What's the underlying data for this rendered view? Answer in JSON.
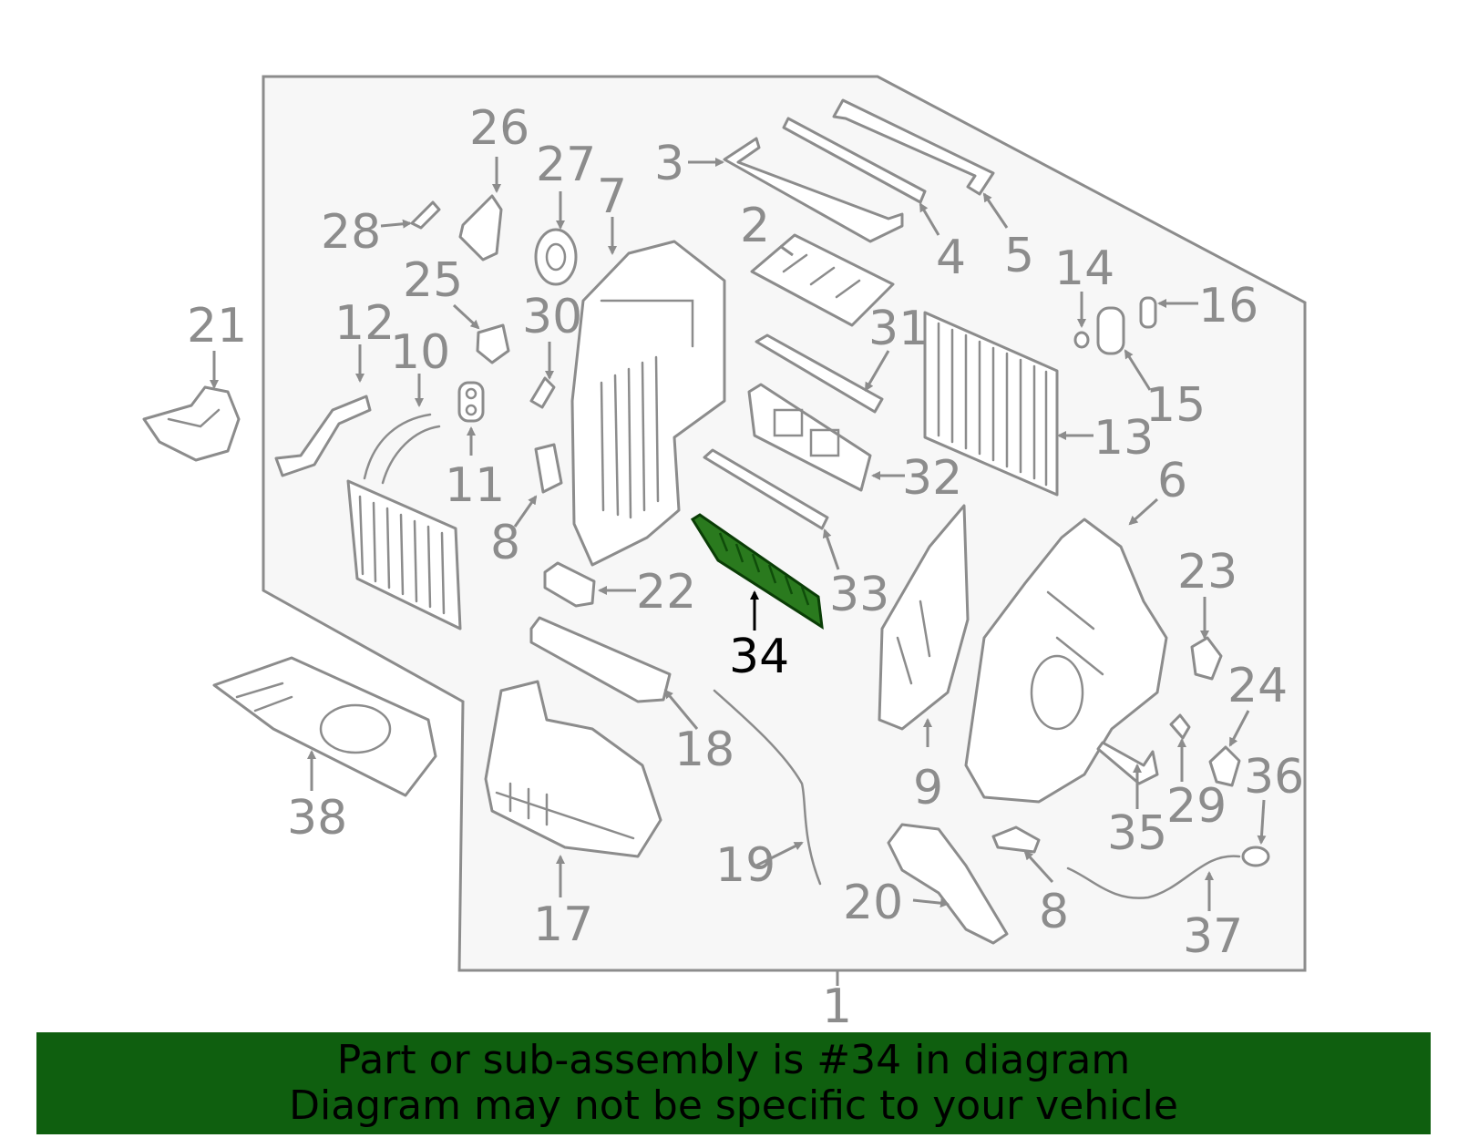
{
  "diagram": {
    "highlighted_part": "34",
    "callouts": [
      "1",
      "2",
      "3",
      "4",
      "5",
      "6",
      "7",
      "8",
      "8",
      "8",
      "9",
      "10",
      "11",
      "12",
      "13",
      "14",
      "15",
      "16",
      "17",
      "18",
      "19",
      "20",
      "21",
      "22",
      "23",
      "24",
      "25",
      "26",
      "27",
      "28",
      "29",
      "30",
      "31",
      "32",
      "33",
      "34",
      "35",
      "36",
      "37",
      "38"
    ]
  },
  "colors": {
    "line_gray": "#8c8c8c",
    "highlight_green": "#2a7a1e",
    "banner_green": "#0f5f0f",
    "background_panel": "#f7f7f7"
  },
  "banner": {
    "line1": "Part or sub-assembly is #34 in diagram",
    "line2": "Diagram may not be specific to your vehicle"
  }
}
